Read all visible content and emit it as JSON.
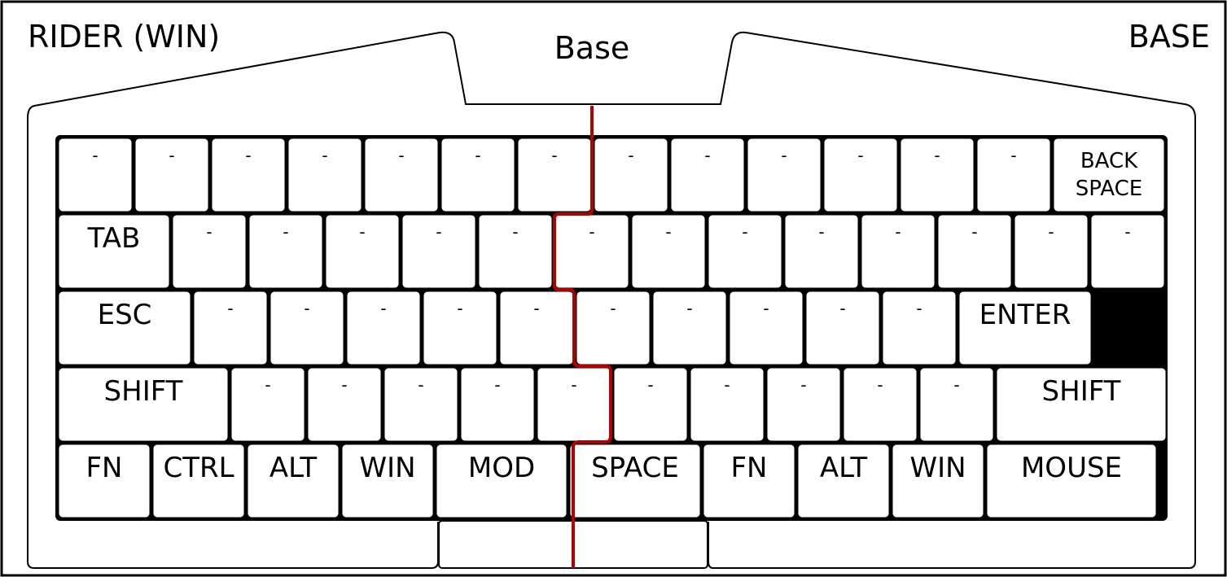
{
  "title_left": "RIDER (WIN)",
  "title_right": "BASE",
  "layer_name": "Base",
  "rows": [
    [
      "-",
      "-",
      "-",
      "-",
      "-",
      "-",
      "-",
      "-",
      "-",
      "-",
      "-",
      "-",
      "-",
      "BACK\nSPACE"
    ],
    [
      "TAB",
      "-",
      "-",
      "-",
      "-",
      "-",
      "-",
      "-",
      "-",
      "-",
      "-",
      "-",
      "-",
      "-"
    ],
    [
      "ESC",
      "-",
      "-",
      "-",
      "-",
      "-",
      "-",
      "-",
      "-",
      "-",
      "-",
      "ENTER"
    ],
    [
      "SHIFT",
      "-",
      "-",
      "-",
      "-",
      "-",
      "-",
      "-",
      "-",
      "-",
      "-",
      "SHIFT"
    ],
    [
      "FN",
      "CTRL",
      "ALT",
      "WIN",
      "MOD",
      "SPACE",
      "FN",
      "ALT",
      "WIN",
      "MOUSE"
    ]
  ],
  "colors": {
    "split_line": "#b00000",
    "key_fill": "#ffffff",
    "key_stroke": "#000000"
  }
}
